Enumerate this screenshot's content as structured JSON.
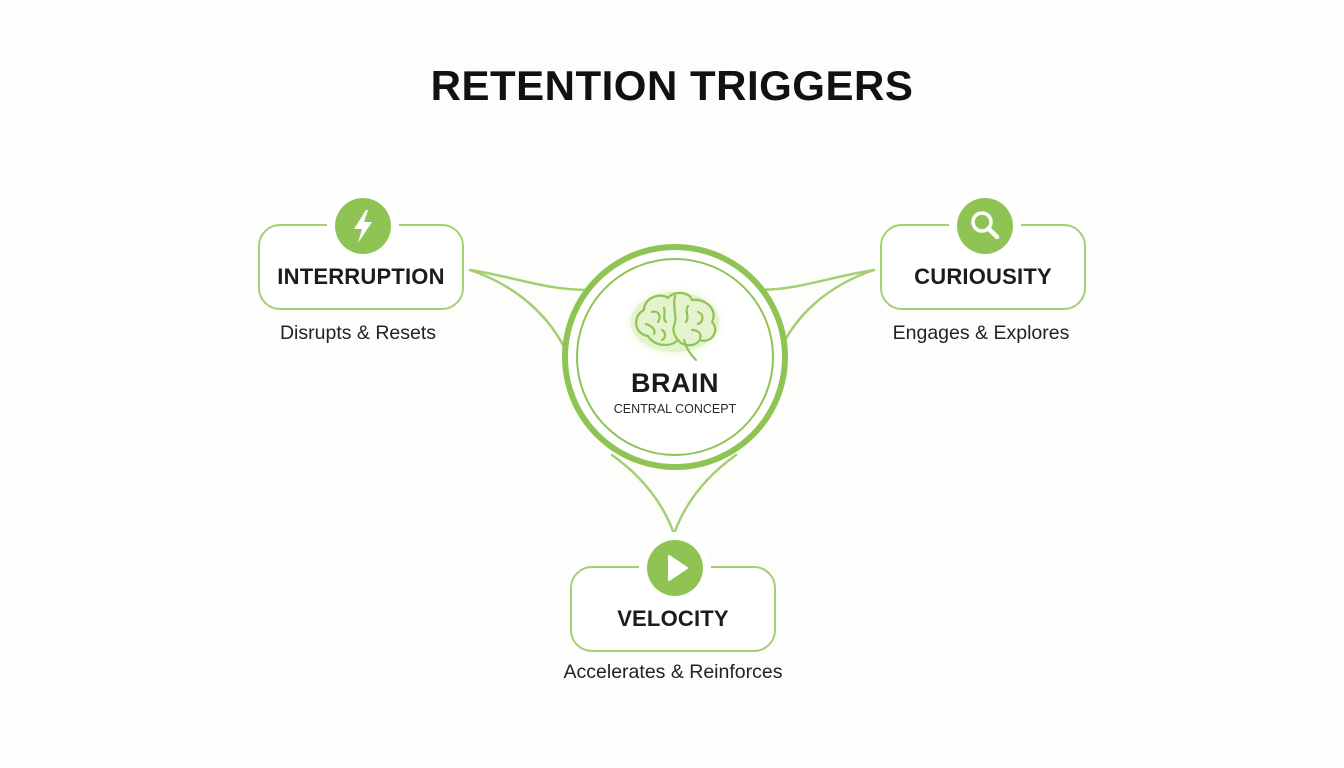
{
  "title": "RETENTION TRIGGERS",
  "center": {
    "title": "BRAIN",
    "subtitle": "CENTRAL CONCEPT",
    "icon": "brain-icon"
  },
  "nodes": [
    {
      "label": "INTERRUPTION",
      "description": "Disrupts & Resets",
      "icon": "lightning-bolt-icon"
    },
    {
      "label": "CURIOUSITY",
      "description": "Engages & Explores",
      "icon": "magnifier-icon"
    },
    {
      "label": "VELOCITY",
      "description": "Accelerates & Reinforces",
      "icon": "play-icon"
    }
  ],
  "colors": {
    "accent": "#8fc454",
    "accent_light": "#a5cf73",
    "text": "#111111"
  }
}
